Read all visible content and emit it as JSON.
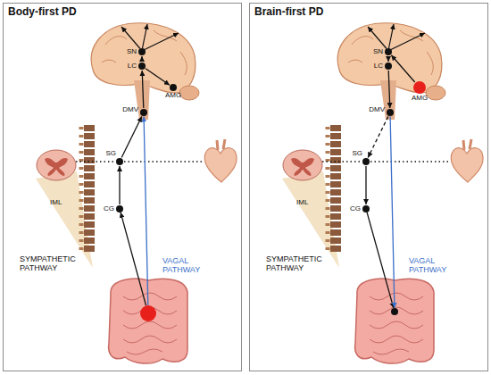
{
  "diagram": {
    "nodes": [
      {
        "text": [
          "Body-first PD"
        ]
      },
      {
        "text": [
          "SN"
        ],
        "in": 0
      },
      {
        "text": [
          "LC"
        ],
        "in": 0
      },
      {
        "text": [
          "AMG"
        ],
        "in": 0
      },
      {
        "text": [
          "DMV"
        ],
        "in": 0
      },
      {
        "text": [
          "SG"
        ],
        "in": 0
      },
      {
        "text": [
          "CG"
        ],
        "in": 0
      },
      {
        "text": [
          "Brain-first PD"
        ]
      },
      {
        "text": [
          "SN"
        ],
        "in": 7
      },
      {
        "text": [
          "LC"
        ],
        "in": 7
      },
      {
        "text": [
          "AMG"
        ],
        "in": 7
      },
      {
        "text": [
          "DMV"
        ],
        "in": 7
      },
      {
        "text": [
          "SG"
        ],
        "in": 7
      },
      {
        "text": [
          "CG"
        ],
        "in": 7
      }
    ],
    "edges": [
      {
        "from": 6,
        "to": 5,
        "arrow": "to"
      },
      {
        "from": 5,
        "to": 4,
        "arrow": "to"
      },
      {
        "from": 4,
        "to": 2,
        "arrow": "to"
      },
      {
        "from": 2,
        "to": 1,
        "arrow": "to"
      },
      {
        "from": 2,
        "to": 3,
        "arrow": "to"
      },
      {
        "from": 10,
        "to": 8,
        "arrow": "to"
      },
      {
        "from": 8,
        "to": 9,
        "arrow": "to"
      },
      {
        "from": 9,
        "to": 11,
        "arrow": "to"
      },
      {
        "from": 11,
        "to": 12,
        "arrow": "to"
      },
      {
        "from": 12,
        "to": 13,
        "arrow": "to"
      }
    ],
    "labels": [
      "IML",
      "SYMPATHETIC PATHWAY",
      "VAGAL PATHWAY",
      "IML",
      "SYMPATHETIC PATHWAY",
      "VAGAL PATHWAY"
    ]
  }
}
